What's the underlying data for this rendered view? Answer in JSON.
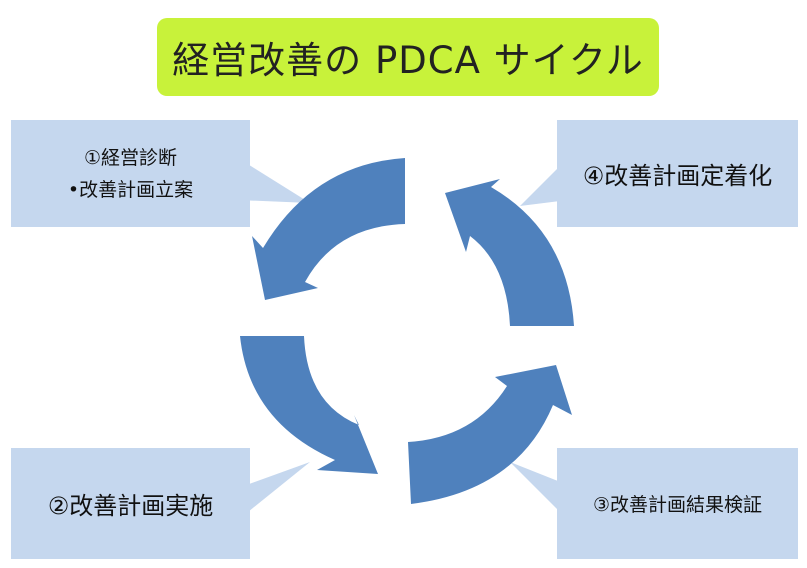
{
  "title": "経営改善の PDCA サイクル",
  "steps": [
    {
      "line1": "①経営診断",
      "line2": "•改善計画立案"
    },
    {
      "label": "②改善計画実施"
    },
    {
      "label": "③改善計画結果検証"
    },
    {
      "label": "④改善計画定着化"
    }
  ],
  "colors": {
    "title_bg": "#c8f23a",
    "callout_bg": "#c5d7ee",
    "arrow": "#4f81bd"
  }
}
